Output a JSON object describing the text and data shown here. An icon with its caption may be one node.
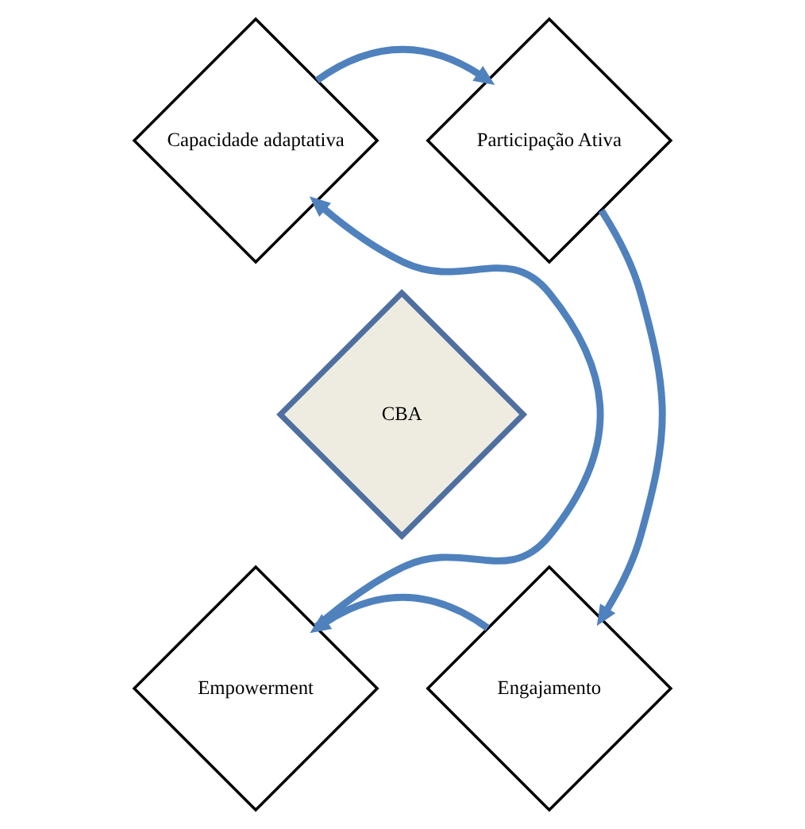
{
  "diagram": {
    "nodes": [
      {
        "text": [
          "Capacidade adaptativa"
        ]
      },
      {
        "text": [
          "Participação Ativa"
        ]
      },
      {
        "text": [
          "CBA"
        ]
      },
      {
        "text": [
          "Empowerment"
        ]
      },
      {
        "text": [
          "Engajamento"
        ]
      }
    ],
    "edges": [
      {
        "from": 0,
        "to": 1,
        "arrow": "to"
      },
      {
        "from": 1,
        "to": 4,
        "arrow": "to"
      },
      {
        "from": 4,
        "to": 3,
        "arrow": "to"
      },
      {
        "from": 3,
        "to": 0,
        "arrow": "to"
      }
    ]
  }
}
